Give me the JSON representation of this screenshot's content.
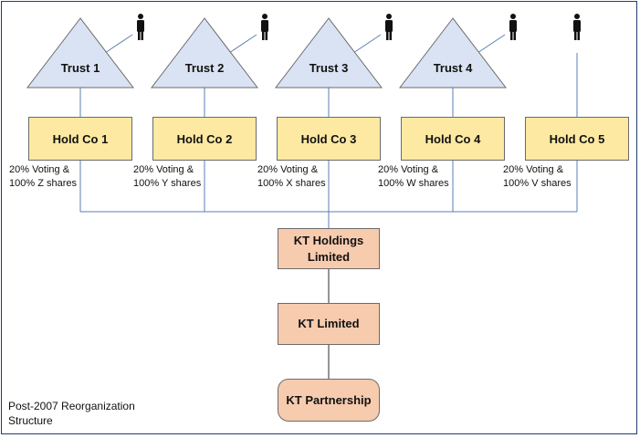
{
  "trusts": [
    "Trust 1",
    "Trust 2",
    "Trust 3",
    "Trust 4"
  ],
  "hold_cos": [
    {
      "label": "Hold Co 1",
      "note_line1": "20% Voting &",
      "note_line2": "100% Z shares"
    },
    {
      "label": "Hold Co 2",
      "note_line1": "20% Voting &",
      "note_line2": "100% Y shares"
    },
    {
      "label": "Hold Co 3",
      "note_line1": "20% Voting &",
      "note_line2": "100% X shares"
    },
    {
      "label": "Hold Co 4",
      "note_line1": "20% Voting &",
      "note_line2": "100% W shares"
    },
    {
      "label": "Hold Co 5",
      "note_line1": "20% Voting &",
      "note_line2": "100% V shares"
    }
  ],
  "kt_holdings": {
    "line1": "KT Holdings",
    "line2": "Limited"
  },
  "kt_limited": "KT Limited",
  "kt_partnership": "KT Partnership",
  "caption": {
    "line1": "Post-2007 Reorganization",
    "line2": "Structure"
  },
  "colors": {
    "trust_fill": "#dae3f3",
    "hold_fill": "#fde9a2",
    "kt_fill": "#f7cbae",
    "line": "#5b7fb5",
    "frame": "#1f3f6e"
  },
  "icons": [
    "person-icon"
  ]
}
